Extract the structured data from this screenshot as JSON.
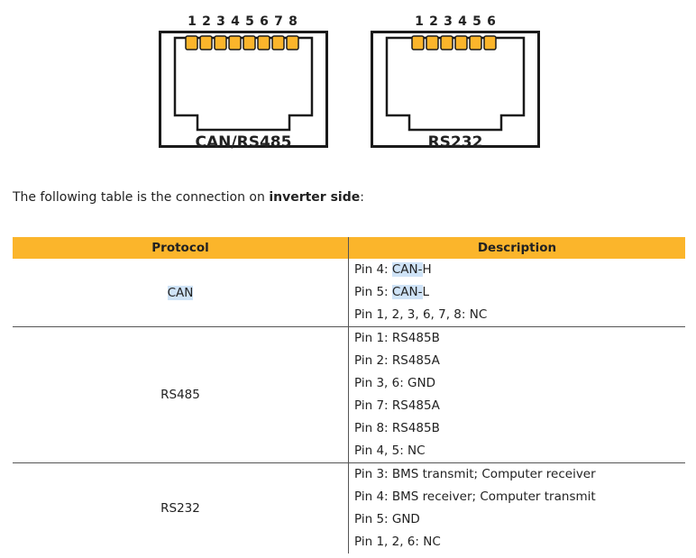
{
  "connectors": [
    {
      "label": "CAN/RS485",
      "pins": [
        "1",
        "2",
        "3",
        "4",
        "5",
        "6",
        "7",
        "8"
      ]
    },
    {
      "label": "RS232",
      "pins": [
        "1",
        "2",
        "3",
        "4",
        "5",
        "6"
      ]
    }
  ],
  "intro": {
    "before": "The following table is the connection on ",
    "bold": "inverter side",
    "after": ":"
  },
  "table": {
    "headers": {
      "protocol": "Protocol",
      "description": "Description"
    },
    "header_color": "#fbb52b",
    "rows": [
      {
        "protocol": "CAN",
        "lines": [
          {
            "pre": "Pin 4: ",
            "hl": "CAN-",
            "post": "H"
          },
          {
            "pre": "Pin 5: ",
            "hl": "CAN-",
            "post": "L"
          },
          {
            "pre": "Pin 1, 2, 3, 6, 7, 8: NC"
          }
        ]
      },
      {
        "protocol": "RS485",
        "lines": [
          {
            "pre": "Pin 1: RS485B"
          },
          {
            "pre": "Pin 2: RS485A"
          },
          {
            "pre": "Pin 3, 6: GND"
          },
          {
            "pre": "Pin 7: RS485A"
          },
          {
            "pre": "Pin 8: RS485B"
          },
          {
            "pre": "Pin 4, 5: NC"
          }
        ]
      },
      {
        "protocol": "RS232",
        "lines": [
          {
            "pre": "Pin 3: BMS transmit; Computer receiver"
          },
          {
            "pre": "Pin 4: BMS receiver; Computer transmit"
          },
          {
            "pre": "Pin 5: GND"
          },
          {
            "pre": "Pin 1, 2, 6: NC"
          }
        ]
      }
    ]
  }
}
